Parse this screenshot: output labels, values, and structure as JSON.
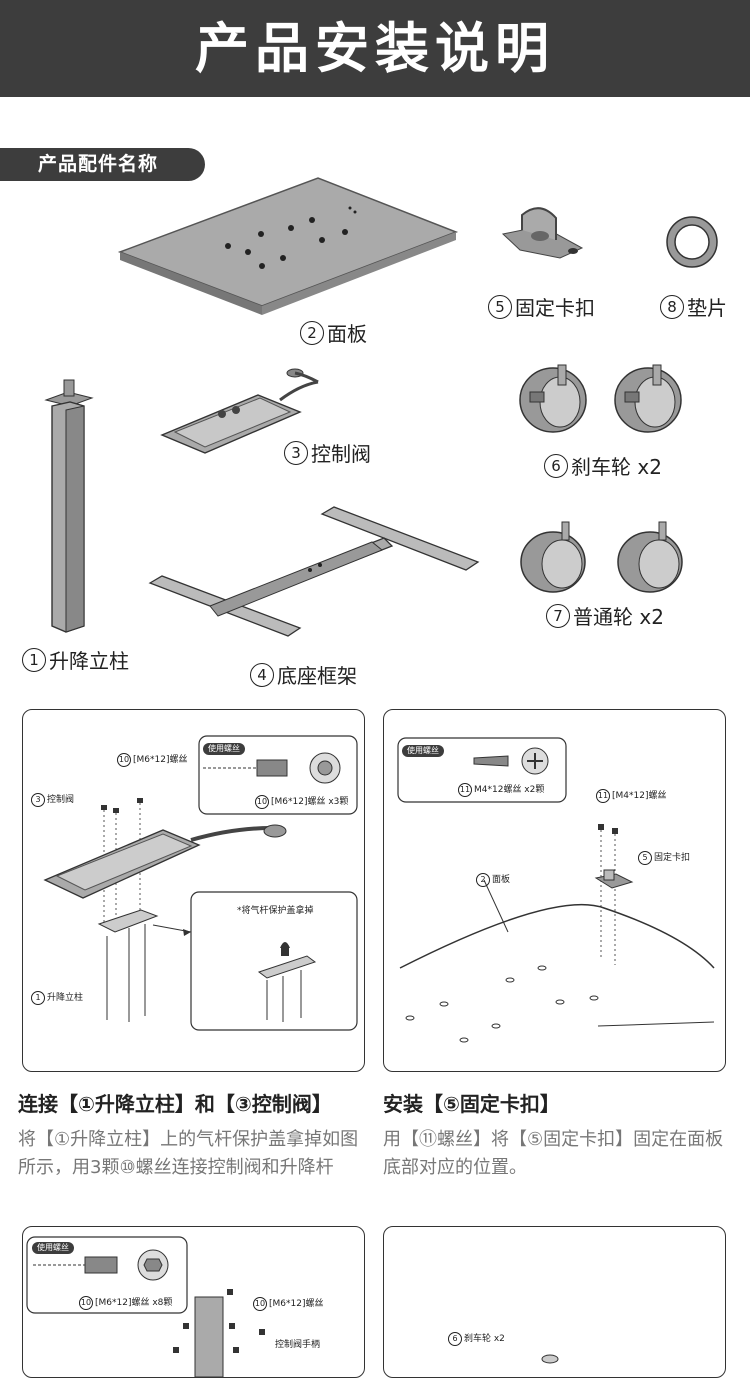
{
  "header": {
    "title": "产品安装说明"
  },
  "parts_section": {
    "title": "产品配件名称"
  },
  "parts": {
    "p1": {
      "num": "1",
      "label": "升降立柱"
    },
    "p2": {
      "num": "2",
      "label": "面板"
    },
    "p3": {
      "num": "3",
      "label": "控制阀"
    },
    "p4": {
      "num": "4",
      "label": "底座框架"
    },
    "p5": {
      "num": "5",
      "label": "固定卡扣"
    },
    "p6": {
      "num": "6",
      "label": "刹车轮 x2"
    },
    "p7": {
      "num": "7",
      "label": "普通轮 x2"
    },
    "p8": {
      "num": "8",
      "label": "垫片"
    }
  },
  "step1": {
    "use_screws_tag": "使用螺丝",
    "screw_spec": "[M6*12]螺丝 x3颗",
    "screw_num": "10",
    "callout_screw": "[M6*12]螺丝",
    "callout_valve_num": "3",
    "callout_valve": "控制阀",
    "callout_column_num": "1",
    "callout_column": "升降立柱",
    "inset_note": "*将气杆保护盖拿掉",
    "title": "连接【①升降立柱】和【③控制阀】",
    "desc": "将【①升降立柱】上的气杆保护盖拿掉如图所示，用3颗⑩螺丝连接控制阀和升降杆"
  },
  "step2": {
    "use_screws_tag": "使用螺丝",
    "screw_num": "11",
    "screw_spec": "M4*12螺丝 x2颗",
    "callout_screw": "[M4*12]螺丝",
    "callout_clip_num": "5",
    "callout_clip": "固定卡扣",
    "callout_panel_num": "2",
    "callout_panel": "面板",
    "title": "安装【⑤固定卡扣】",
    "desc": "用【⑪螺丝】将【⑤固定卡扣】固定在面板底部对应的位置。"
  },
  "step3": {
    "use_screws_tag": "使用螺丝",
    "screw_num": "10",
    "screw_spec": "[M6*12]螺丝 x8颗",
    "callout_screw": "[M6*12]螺丝",
    "callout_handle": "控制阀手柄"
  },
  "step4": {
    "callout_wheel_num": "6",
    "callout_wheel": "刹车轮 x2"
  }
}
